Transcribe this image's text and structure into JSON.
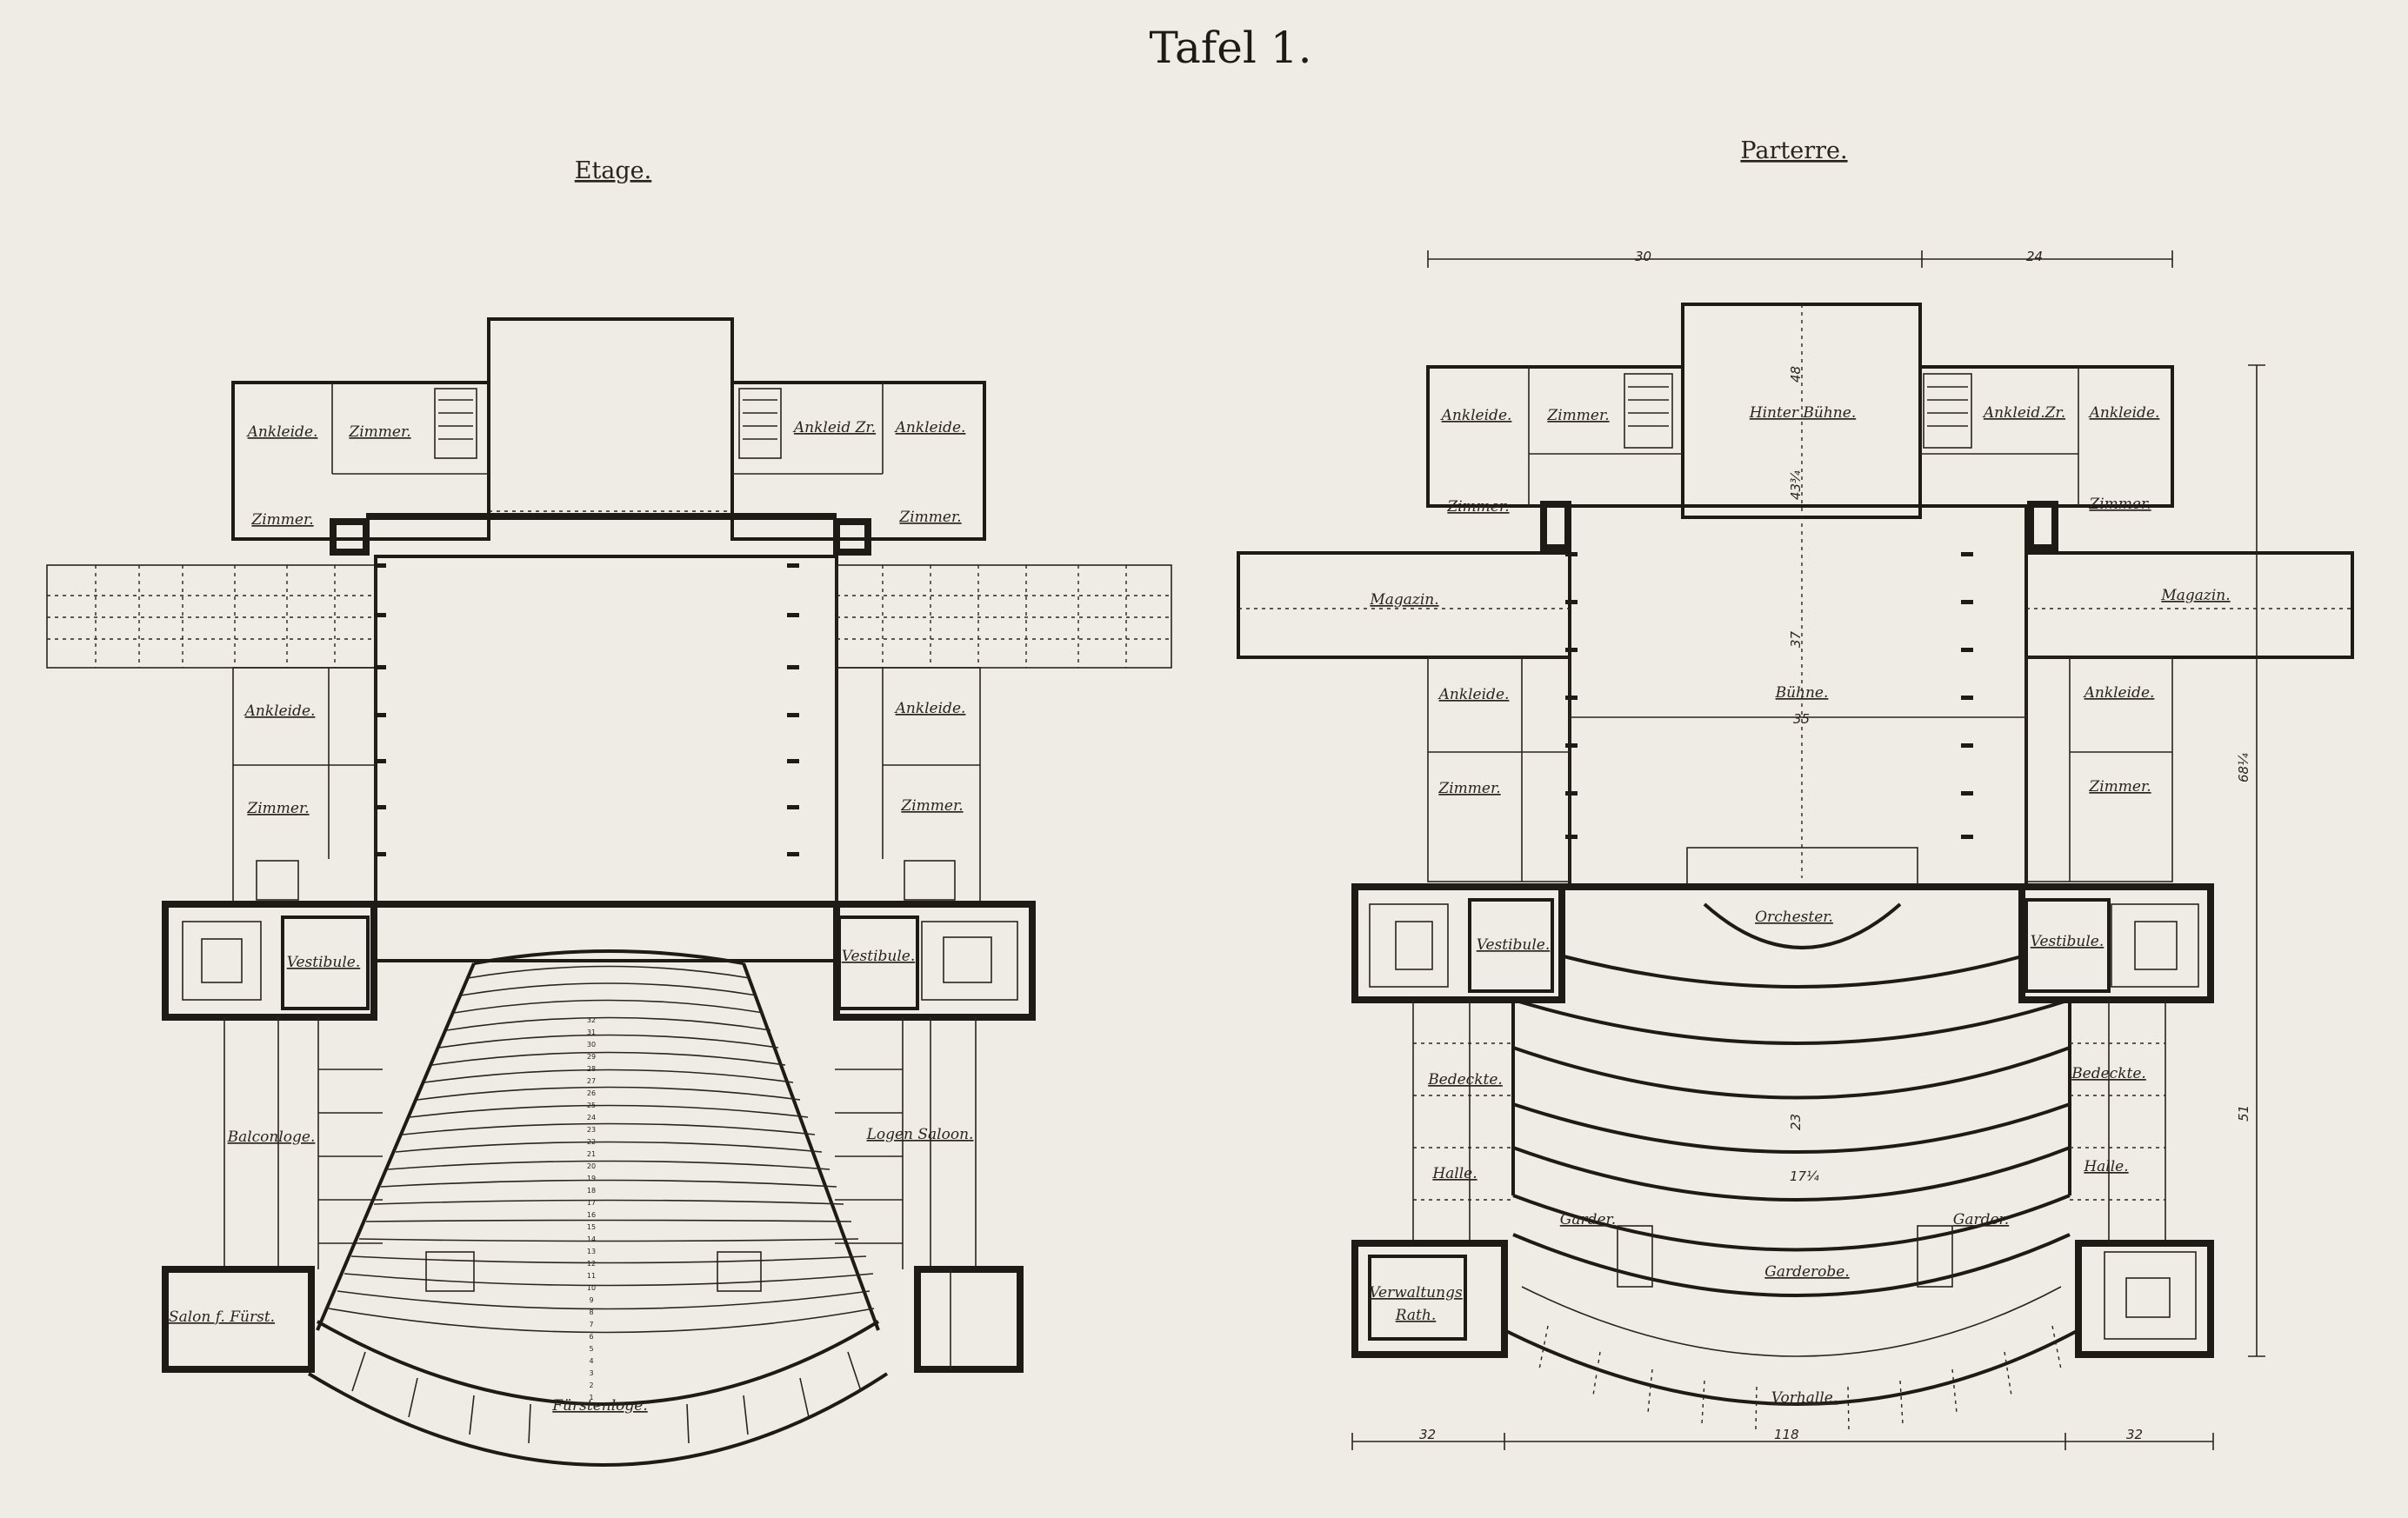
{
  "plate_title": "Tafel 1.",
  "plans": {
    "etage": {
      "heading": "Etage.",
      "labels": {
        "ankleide_tl": "Ankleide.",
        "zimmer_t1": "Zimmer.",
        "zimmer_l1": "Zimmer.",
        "ankleide_tr_dr": "Ankleid Zr.",
        "ankleide_tr": "Ankleide.",
        "zimmer_r1": "Zimmer.",
        "ankleide_l2": "Ankleide.",
        "ankleide_r2": "Ankleide.",
        "zimmer_l3": "Zimmer.",
        "zimmer_r3": "Zimmer.",
        "vestibule_l": "Vestibule.",
        "vestibule_r": "Vestibule.",
        "balconloge": "Balconloge.",
        "logen_saloon": "Logen Saloon.",
        "salon_furst": "Salon f. Fürst.",
        "furstenloge": "Fürstenloge."
      }
    },
    "parterre": {
      "heading": "Parterre.",
      "labels": {
        "ankleide_tl": "Ankleide.",
        "zimmer_t1": "Zimmer.",
        "hinter_buhne": "Hinter Bühne.",
        "ankleide_tr_dr": "Ankleid.Zr.",
        "ankleide_tr": "Ankleide.",
        "zimmer_l1": "Zimmer.",
        "zimmer_r1": "Zimmer.",
        "magazin_l": "Magazin.",
        "magazin_r": "Magazin.",
        "ankleide_l2": "Ankleide.",
        "ankleide_r2": "Ankleide.",
        "buhne": "Bühne.",
        "zimmer_l3": "Zimmer.",
        "zimmer_r3": "Zimmer.",
        "orchester": "Orchester.",
        "vestibule_l": "Vestibule.",
        "vestibule_r": "Vestibule.",
        "bedeckte_l": "Bedeckte.",
        "bedeckte_r": "Bedeckte.",
        "halle_l": "Halle.",
        "halle_r": "Halle.",
        "garder_l": "Garder.",
        "garder_r": "Garder.",
        "garderobe": "Garderobe.",
        "verwaltungs": "Verwaltungs",
        "rath": "Rath.",
        "vorhalle": "Vorhalle."
      },
      "dimensions": {
        "top_left": "30",
        "top_right": "24",
        "bottom_left": "32",
        "bottom_mid": "118",
        "bottom_right": "32",
        "side_upper": "68¼",
        "side_lower": "51",
        "axis_1": "48",
        "axis_2": "43¾",
        "axis_3": "37",
        "axis_4": "35",
        "axis_5": "23",
        "axis_6": "17¼"
      }
    }
  },
  "seat_rows": [
    "32",
    "31",
    "30",
    "29",
    "28",
    "27",
    "26",
    "25",
    "24",
    "23",
    "22",
    "21",
    "20",
    "19",
    "18",
    "17",
    "16",
    "15",
    "14",
    "13",
    "12",
    "11",
    "10",
    "9",
    "8",
    "7",
    "6",
    "5",
    "4",
    "3",
    "2",
    "1"
  ]
}
